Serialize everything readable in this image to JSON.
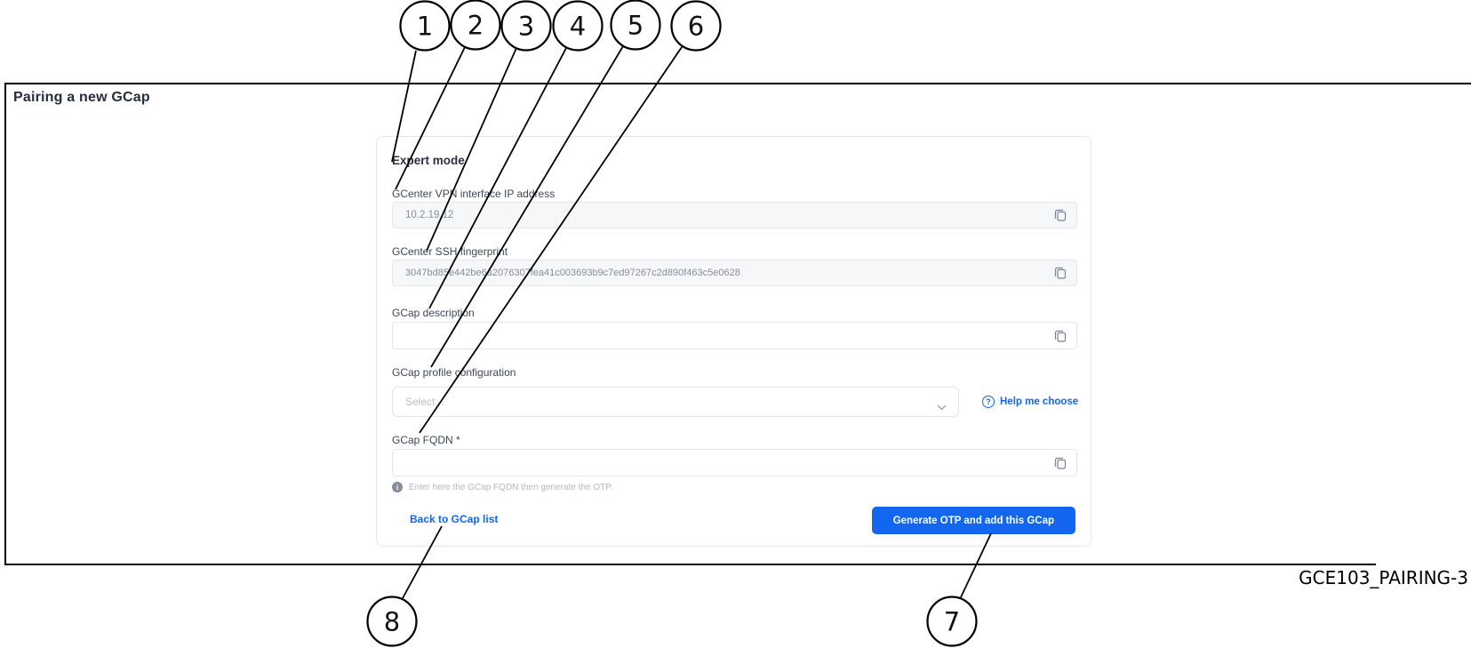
{
  "window": {
    "title": "Pairing a new GCap",
    "figure_caption": "GCE103_PAIRING-3"
  },
  "form": {
    "heading": "Expert mode",
    "vpn_ip": {
      "label": "GCenter VPN interface IP address",
      "value": "10.2.19.12"
    },
    "fingerprint": {
      "label": "GCenter SSH fingerprint",
      "value": "3047bd85e442be6a2076307fea41c003693b9c7ed97267c2d890f463c5e0628"
    },
    "description": {
      "label": "GCap description",
      "value": ""
    },
    "profile": {
      "label": "GCap profile configuration",
      "placeholder": "Select...",
      "help_label": "Help me choose"
    },
    "fqdn": {
      "label": "GCap FQDN *",
      "value": "",
      "hint": "Enter here the GCap FQDN then generate the OTP."
    },
    "back_link": "Back to GCap list",
    "submit_button": "Generate OTP and add this GCap"
  },
  "callouts": [
    "1",
    "2",
    "3",
    "4",
    "5",
    "6",
    "7",
    "8"
  ],
  "colors": {
    "accent_blue": "#1266f0",
    "readonly_field_bg": "#f6f7f9",
    "frame_border": "#000000"
  }
}
